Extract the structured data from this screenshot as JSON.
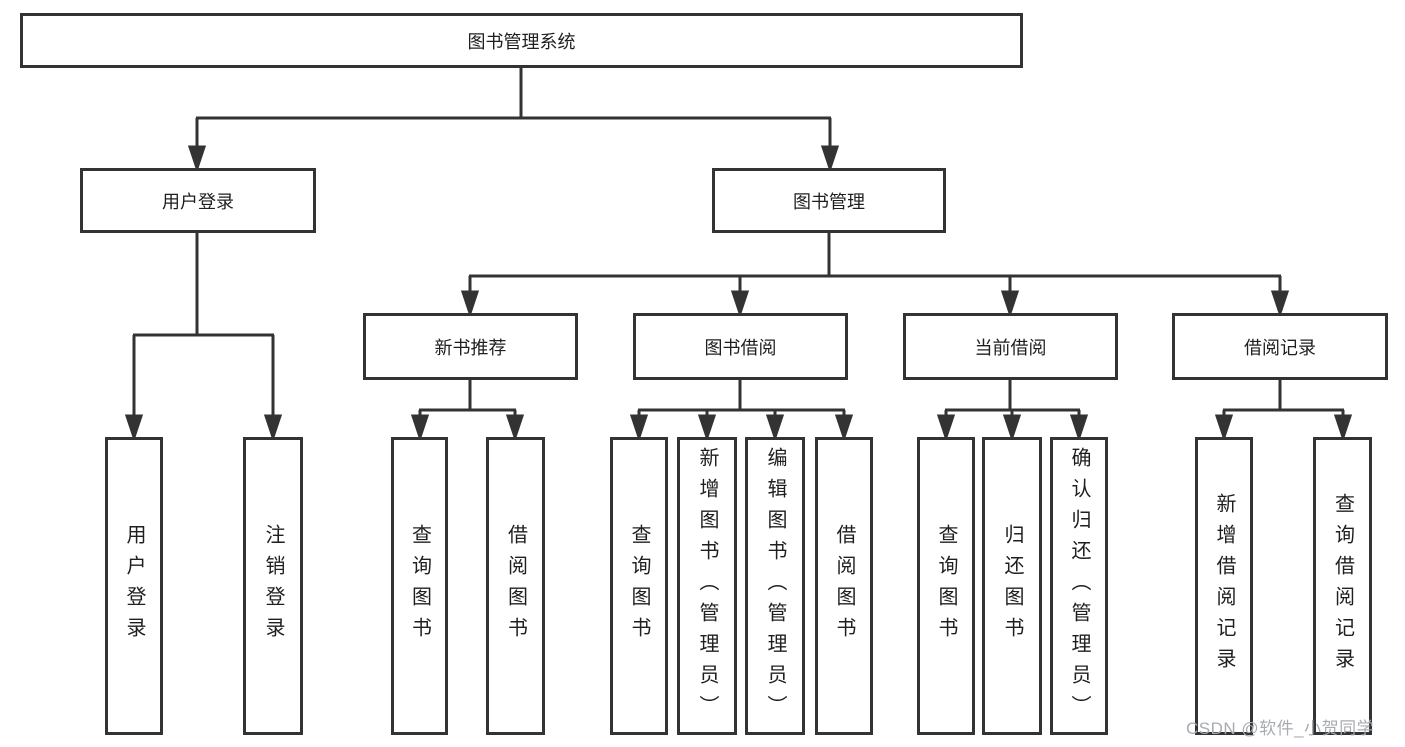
{
  "diagram": {
    "type": "tree",
    "root": {
      "label": "图书管理系统",
      "children": [
        {
          "label": "用户登录",
          "children": [
            {
              "label": "用户登录"
            },
            {
              "label": "注销登录"
            }
          ]
        },
        {
          "label": "图书管理",
          "children": [
            {
              "label": "新书推荐",
              "children": [
                {
                  "label": "查询图书"
                },
                {
                  "label": "借阅图书"
                }
              ]
            },
            {
              "label": "图书借阅",
              "children": [
                {
                  "label": "查询图书"
                },
                {
                  "label": "新增图书（管理员）"
                },
                {
                  "label": "编辑图书（管理员）"
                },
                {
                  "label": "借阅图书"
                }
              ]
            },
            {
              "label": "当前借阅",
              "children": [
                {
                  "label": "查询图书"
                },
                {
                  "label": "归还图书"
                },
                {
                  "label": "确认归还（管理员）"
                }
              ]
            },
            {
              "label": "借阅记录",
              "children": [
                {
                  "label": "新增借阅记录"
                },
                {
                  "label": "查询借阅记录"
                }
              ]
            }
          ]
        }
      ]
    }
  },
  "watermark": {
    "text": "CSDN @软件_小贺同学"
  },
  "colors": {
    "background": "#ffffff",
    "line": "#333333",
    "box_border": "#333333",
    "text": "#1f1f1f",
    "watermark": "#a8abb2"
  }
}
